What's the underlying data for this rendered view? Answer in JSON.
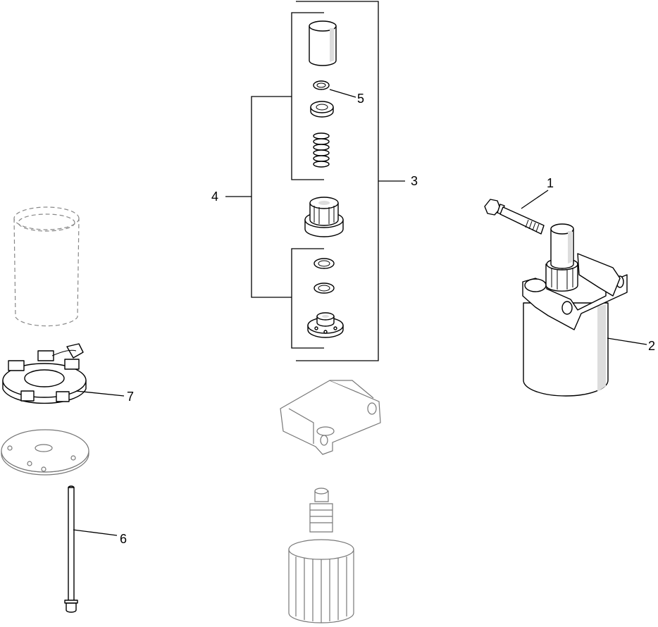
{
  "callouts": {
    "c1": "1",
    "c2": "2",
    "c3": "3",
    "c4": "4",
    "c5": "5",
    "c6": "6",
    "c7": "7"
  },
  "colors": {
    "line": "#000000",
    "ghost": "#888888",
    "shade": "#dddddd",
    "background": "#ffffff"
  }
}
